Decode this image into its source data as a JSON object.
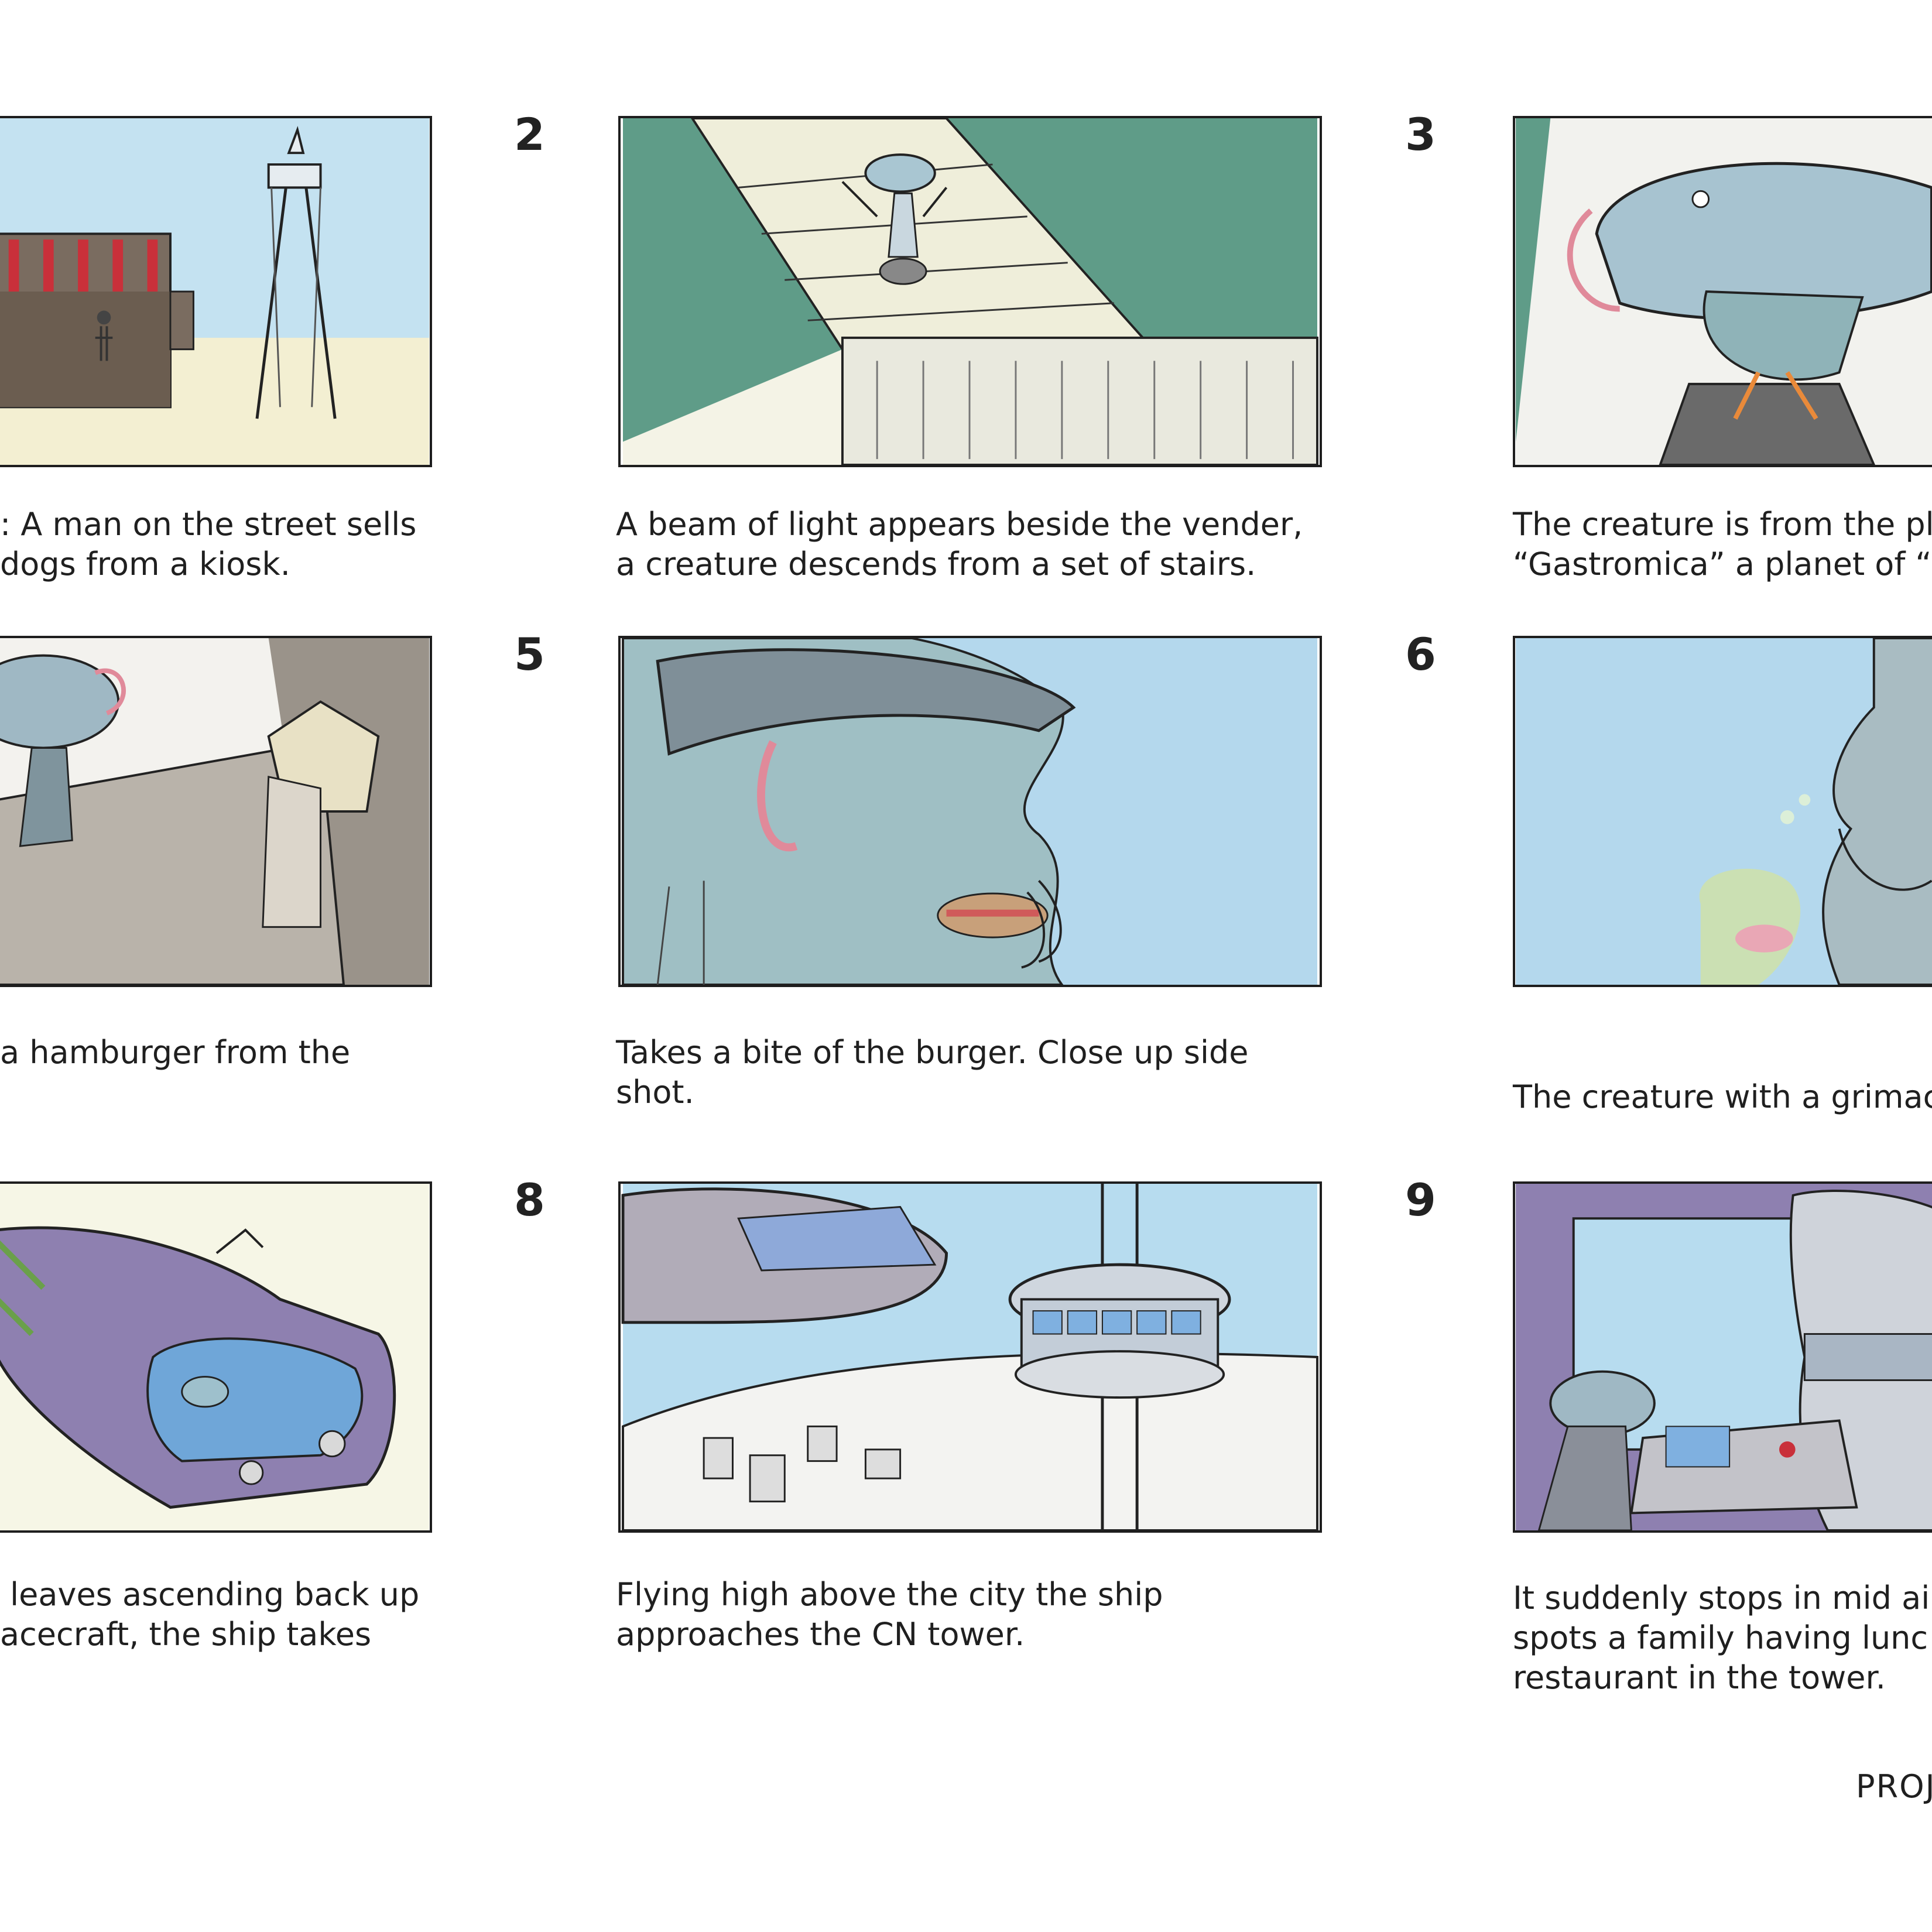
{
  "panels": [
    {
      "number": "",
      "caption": ": A man on the street sells\ndogs from a kiosk."
    },
    {
      "number": "2",
      "caption": "A beam of light appears beside the vender,\na creature descends from a set of stairs."
    },
    {
      "number": "3",
      "caption": "The creature is from the pl\n“Gastromica” a planet of “"
    },
    {
      "number": "",
      "caption": "a hamburger from the"
    },
    {
      "number": "5",
      "caption": "Takes a bite of the burger. Close up side\nshot."
    },
    {
      "number": "6",
      "caption": "The creature with a grimac"
    },
    {
      "number": "",
      "caption": " leaves ascending back up\nacecraft, the ship takes"
    },
    {
      "number": "8",
      "caption": "Flying high above the city the ship\napproaches the CN tower."
    },
    {
      "number": "9",
      "caption": "It suddenly stops in mid ai\nspots a family having lunc\nrestaurant in the tower."
    }
  ],
  "footer": "PROJ",
  "colors": {
    "sky": "#bfe0f0",
    "sand": "#f3efd2",
    "green": "#5f9c88",
    "sketch": "#1e1e1e",
    "pink": "#e08a9a",
    "purple": "#8e80b0",
    "grey": "#9a938a"
  }
}
